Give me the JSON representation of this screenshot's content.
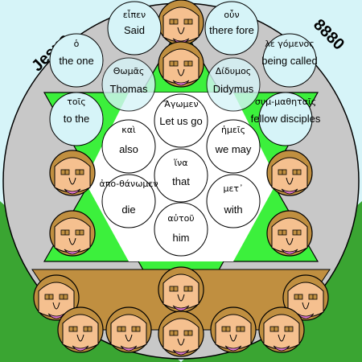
{
  "corner_labels": {
    "left": "Jesus",
    "right": "8880"
  },
  "colors": {
    "sky": "#d6f4f8",
    "bubble_top": "#d6f4f8",
    "ring_gray": "#c8c8c8",
    "grass": "#3aa532",
    "star_green": "#3cf03c",
    "brown": "#c08f40",
    "face": "#f5c08f",
    "white": "#ffffff"
  },
  "bubbles": [
    {
      "id": "eipen",
      "greek": "εἶπεν",
      "english": "Said"
    },
    {
      "id": "oun",
      "greek": "οὖν",
      "english": "there fore"
    },
    {
      "id": "ho",
      "greek": "ὁ",
      "english": "the one"
    },
    {
      "id": "legomenos",
      "greek": "λε γόμενος",
      "english": "being called"
    },
    {
      "id": "thomas",
      "greek": "Θωμᾶς",
      "english": "Thomas"
    },
    {
      "id": "didymos",
      "greek": "Δίδυμος",
      "english": "Didymus"
    },
    {
      "id": "tois",
      "greek": "τοῖς",
      "english": "to the"
    },
    {
      "id": "symmathetais",
      "greek": "συμ-μαθηταῖς",
      "english": "fellow disciples"
    },
    {
      "id": "agomen",
      "greek": "Ἄγωμεν",
      "english": "Let us go"
    },
    {
      "id": "kai",
      "greek": "καὶ",
      "english": "also"
    },
    {
      "id": "hemeis",
      "greek": "ἡμεῖς",
      "english": "we may"
    },
    {
      "id": "hina",
      "greek": "ἵνα",
      "english": "that"
    },
    {
      "id": "apothanomen",
      "greek": "ἀπο-θάνωμεν",
      "english": "die"
    },
    {
      "id": "met",
      "greek": "μετ᾽",
      "english": "with"
    },
    {
      "id": "autou",
      "greek": "αὐτοῦ",
      "english": "him"
    }
  ]
}
